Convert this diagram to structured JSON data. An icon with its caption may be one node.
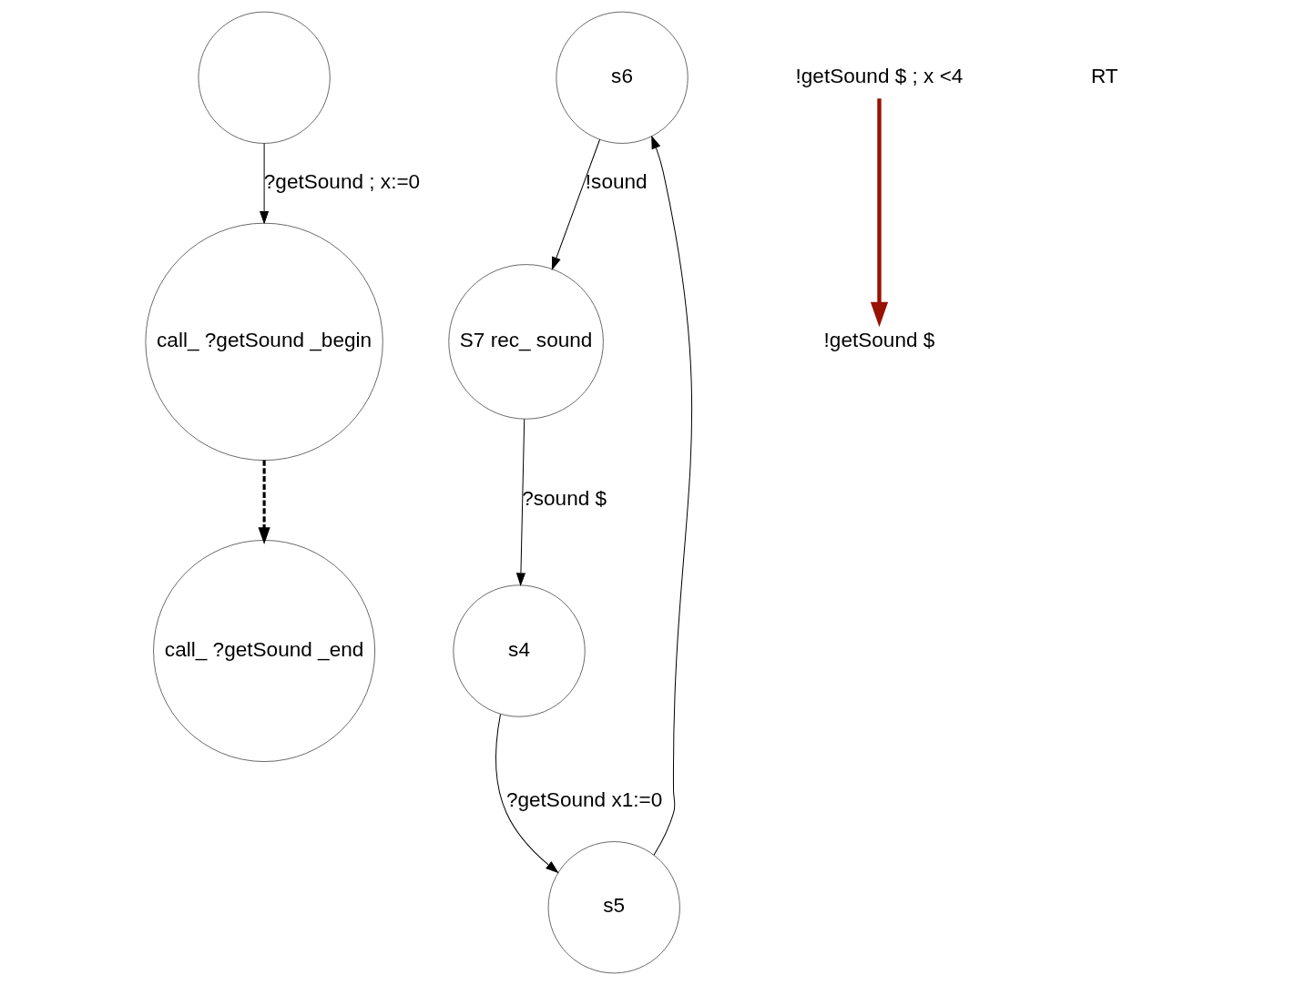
{
  "diagram": {
    "nodes": [
      {
        "text": [],
        "shape": "circle"
      },
      {
        "text": [
          "call_ ?getSound _begin"
        ]
      },
      {
        "text": [
          "call_ ?getSound _end"
        ]
      },
      {
        "text": [
          "s6"
        ]
      },
      {
        "text": [
          "s5"
        ]
      },
      {
        "text": [
          "S7 rec_ sound"
        ]
      },
      {
        "text": [
          "s4"
        ]
      },
      {
        "text": [
          "!getSound $ ; x <4"
        ]
      },
      {
        "text": [
          "!getSound $"
        ]
      }
    ],
    "edges": [
      {
        "from": 0,
        "to": 1,
        "arrow": "to",
        "label": "?getSound ; x:=0"
      },
      {
        "from": 1,
        "to": 2,
        "arrow": "to",
        "style": "dashed"
      },
      {
        "from": 7,
        "to": 8,
        "arrow": "to",
        "style": "thick",
        "color": "#991100"
      },
      {
        "from": 4,
        "to": 3,
        "arrow": "to"
      },
      {
        "from": 3,
        "to": 5,
        "arrow": "to",
        "label": "!sound"
      },
      {
        "from": 5,
        "to": 6,
        "arrow": "to",
        "label": "?sound $"
      },
      {
        "from": 6,
        "to": 4,
        "arrow": "to",
        "label": "?getSound x1:=0"
      }
    ],
    "labels": [
      "RT"
    ]
  }
}
